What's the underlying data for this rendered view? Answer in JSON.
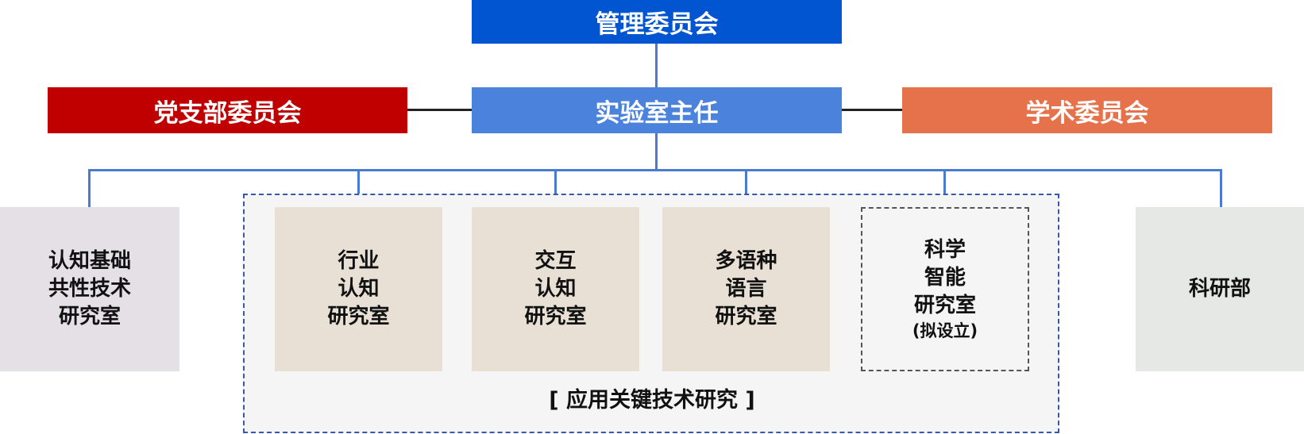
{
  "management_committee": "管理委员会",
  "lab_director": "实验室主任",
  "party_committee": "党支部委员会",
  "academic_committee": "学术委员会",
  "cognition_lab": [
    "认知基础",
    "共性技术",
    "研究室"
  ],
  "industry_lab": [
    "行业",
    "认知",
    "研究室"
  ],
  "interaction_lab": [
    "交互",
    "认知",
    "研究室"
  ],
  "multilingual_lab": [
    "多语种",
    "语言",
    "研究室"
  ],
  "science_lab": [
    "科学",
    "智能",
    "研究室",
    "(拟设立)"
  ],
  "research_dept": "科研部",
  "app_group_label": "[ 应用关键技术研究 ]",
  "colors": {
    "management": "#0255d1",
    "director": "#4a82dc",
    "party": "#c00000",
    "academic": "#e5724a",
    "connector": "#4a7bd0",
    "cognition_bg": "#e4e0e6",
    "app_lab_bg": "#e8e0d5",
    "research_bg": "#e5e8e4"
  }
}
